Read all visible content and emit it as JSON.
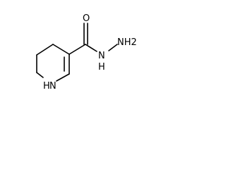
{
  "molecule": {
    "atoms": {
      "carbonyl_oxygen": "O",
      "hydrazide_nitrogen": "N",
      "hydrazide_hydrogen": "H",
      "amino_group": "NH2",
      "ring_nitrogen_hydrogen": "H",
      "ring_nitrogen": "N"
    }
  }
}
